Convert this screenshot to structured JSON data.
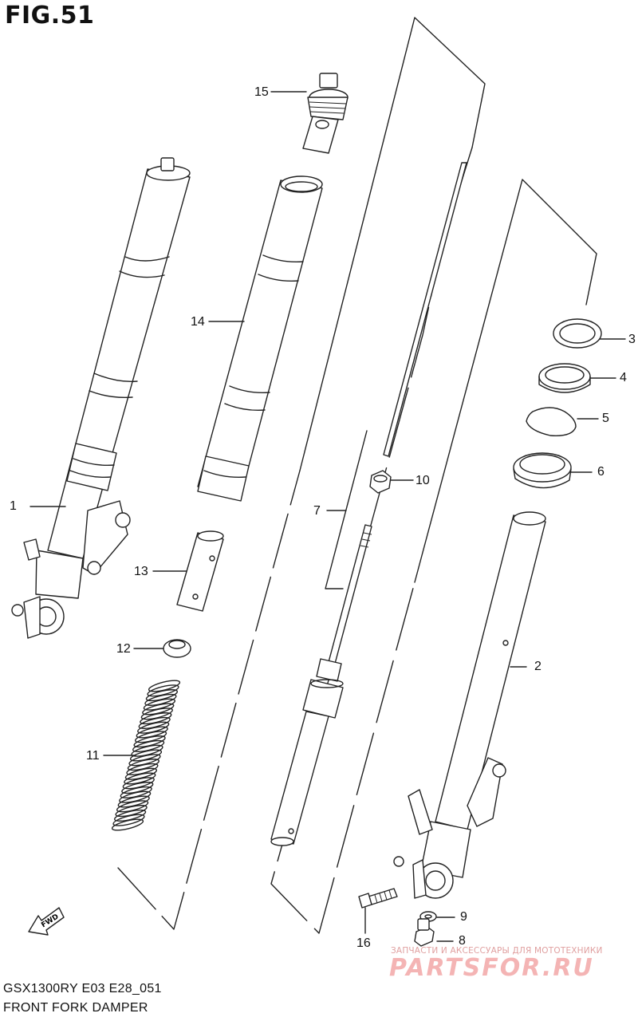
{
  "figure": {
    "title": "FIG.51"
  },
  "footer": {
    "model_code": "GSX1300RY E03 E28_051",
    "section_name": "FRONT FORK DAMPER"
  },
  "direction_marker": {
    "text": "FWD"
  },
  "watermark": {
    "tagline": "ЗАПЧАСТИ И АКСЕССУАРЫ ДЛЯ МОТОТЕХНИКИ",
    "logo": "PARTSFOR.RU"
  },
  "callouts": {
    "p1": "1",
    "p2": "2",
    "p3": "3",
    "p4": "4",
    "p5": "5",
    "p6": "6",
    "p7": "7",
    "p8": "8",
    "p9": "9",
    "p10": "10",
    "p11": "11",
    "p12": "12",
    "p13": "13",
    "p14": "14",
    "p15": "15",
    "p16": "16"
  }
}
